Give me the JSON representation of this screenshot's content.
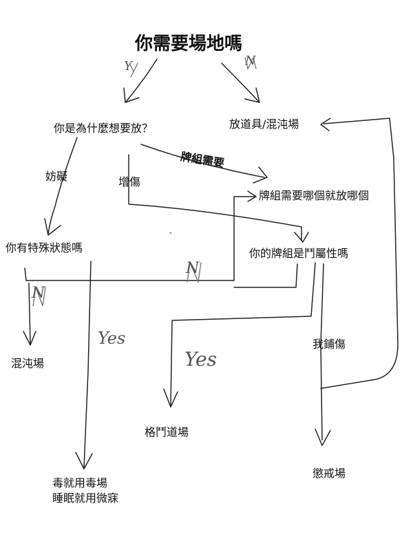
{
  "nodes": {
    "root": "你需要場地嗎",
    "why": "你是為什麼想要放？",
    "items_chaos": "放道具/混沌場",
    "hinder": "妨礙",
    "dmg": "增傷",
    "deck_need": "牌組需要",
    "deck_need_place": "牌組需要哪個就放哪個",
    "special_status": "你有特殊狀態嗎",
    "fighting_type": "你的牌組是鬥屬性嗎",
    "chaos_field": "混沌場",
    "i_boost": "我鋪傷",
    "fight_dojo": "格鬥道場",
    "punish_field": "懲戒場",
    "poison_sleep_line1": "毒就用毒場",
    "poison_sleep_line2": "睡眠就用微寐"
  },
  "edge_labels": {
    "y": "Y",
    "n_top": "N",
    "n_mid": "N",
    "n_left": "N",
    "yes_left": "Yes",
    "yes_mid": "Yes"
  },
  "colors": {
    "ink": "#222222",
    "faint": "#666666"
  }
}
